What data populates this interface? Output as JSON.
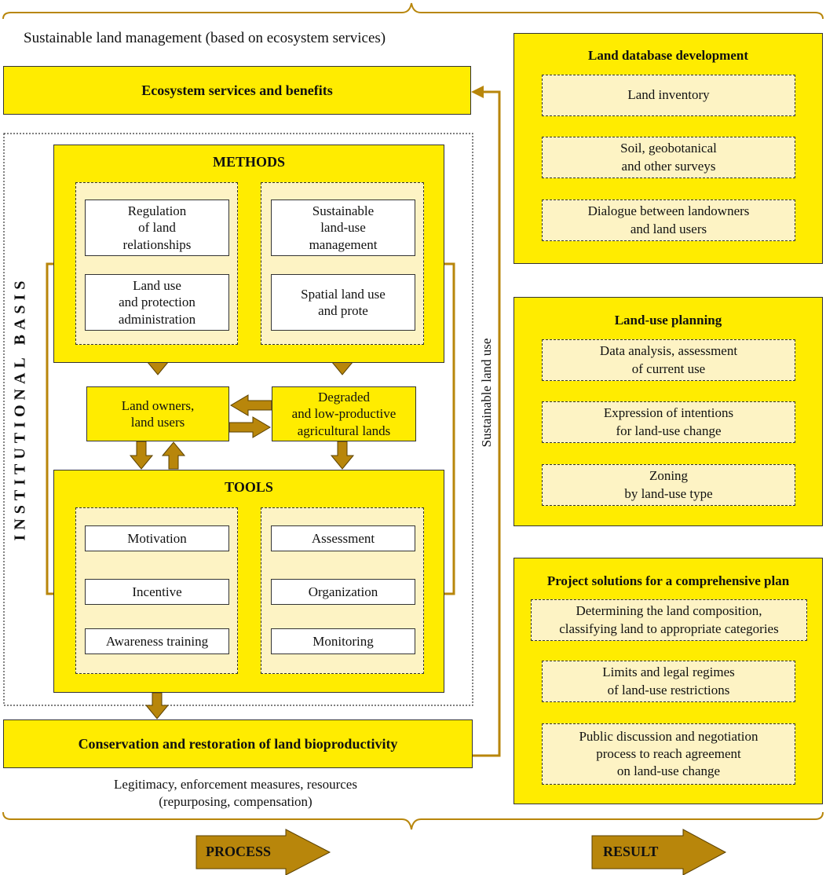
{
  "top_caption": "Sustainable land management (based on ecosystem services)",
  "ecosystem_box": "Ecosystem services and benefits",
  "institutional_label": "INSTITUTIONAL BASIS",
  "methods": {
    "title": "METHODS",
    "left_items": [
      "Regulation\nof land\nrelationships",
      "Land use\nand protection\nadministration"
    ],
    "right_items": [
      "Sustainable\nland-use\nmanagement",
      "Spatial land use\nand prote"
    ]
  },
  "landowners": "Land owners,\nland users",
  "degraded": "Degraded\nand low-productive\nagricultural lands",
  "tools": {
    "title": "TOOLS",
    "left_items": [
      "Motivation",
      "Incentive",
      "Awareness training"
    ],
    "right_items": [
      "Assessment",
      "Organization",
      "Monitoring"
    ]
  },
  "conservation_box": "Conservation and restoration of land bioproductivity",
  "bottom_caption": "Legitimacy, enforcement measures, resources\n(repurposing, compensation)",
  "sustainable_label": "Sustainable land use",
  "right_panels": [
    {
      "title": "Land database development",
      "items": [
        "Land inventory",
        "Soil, geobotanical\nand other surveys",
        "Dialogue between landowners\nand land users"
      ]
    },
    {
      "title": "Land-use planning",
      "items": [
        "Data analysis, assessment\nof current use",
        "Expression of intentions\nfor land-use change",
        "Zoning\nby land-use type"
      ]
    },
    {
      "title": "Project solutions for a comprehensive plan",
      "items": [
        "Determining the land composition,\nclassifying land to appropriate categories",
        "Limits and legal regimes\nof land-use restrictions",
        "Public discussion and negotiation\nprocess to reach agreement\non land-use change"
      ]
    }
  ],
  "process_label": "PROCESS",
  "result_label": "RESULT",
  "colors": {
    "yellow": "#ffec00",
    "pale": "#fdf3c4",
    "arrow": "#b8860b",
    "arrow_border": "#5a4000"
  }
}
